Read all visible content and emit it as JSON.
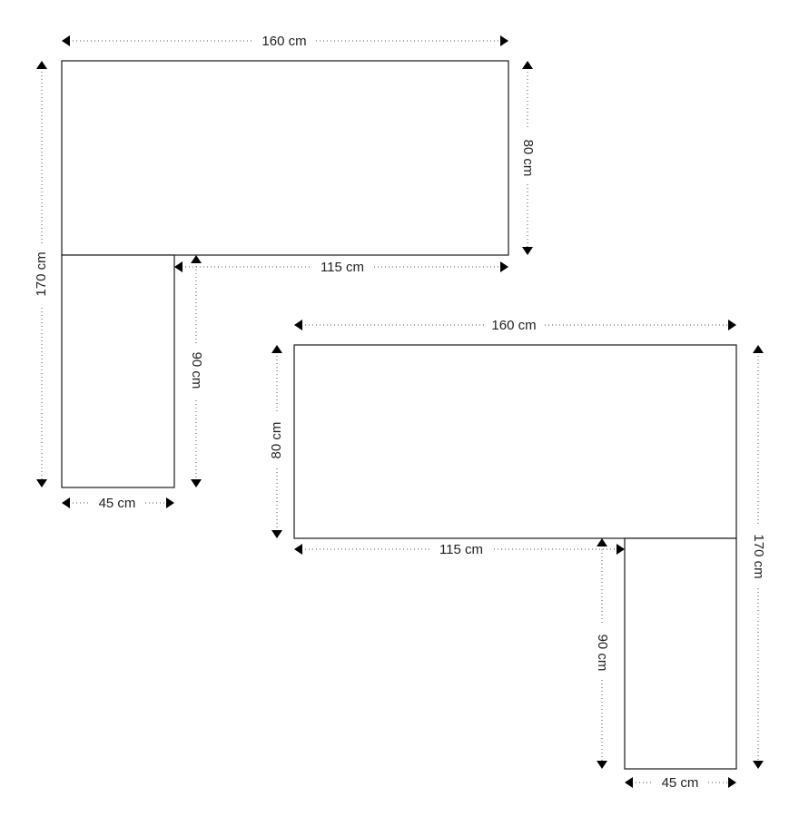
{
  "left_desk": {
    "width": "160 cm",
    "depth": "80 cm",
    "total_length": "170 cm",
    "inner_length": "115 cm",
    "return_length": "90 cm",
    "return_width": "45 cm"
  },
  "right_desk": {
    "width": "160 cm",
    "depth": "80 cm",
    "total_length": "170 cm",
    "inner_length": "115 cm",
    "return_length": "90 cm",
    "return_width": "45 cm"
  }
}
